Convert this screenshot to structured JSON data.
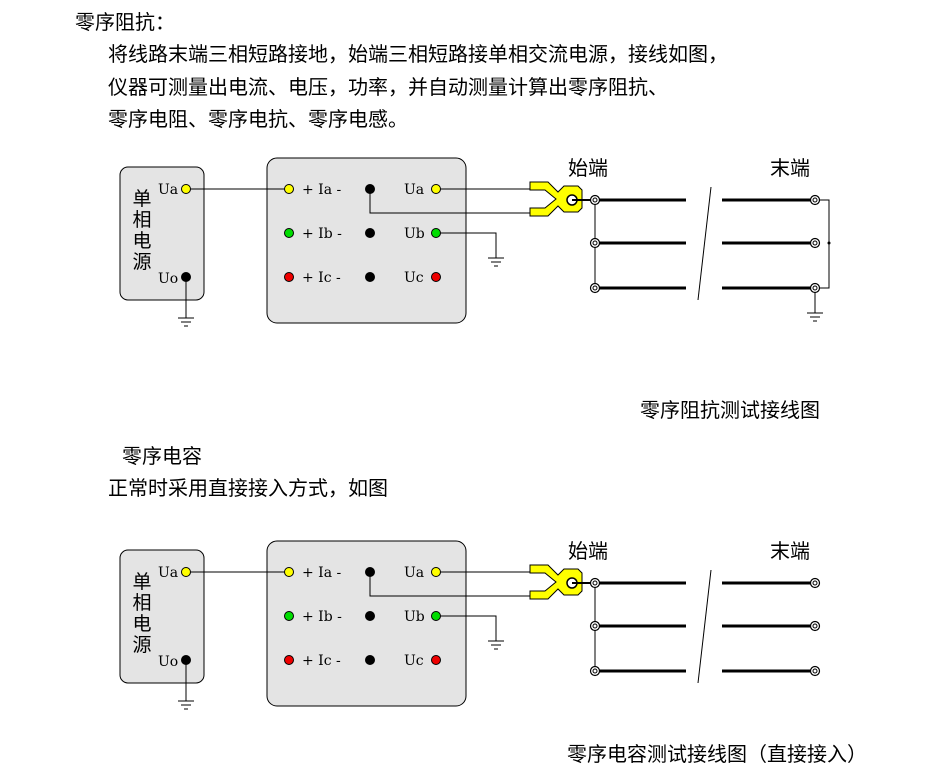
{
  "section1": {
    "heading": "零序阻抗：",
    "paragraph_lines": [
      "将线路末端三相短路接地，始端三相短路接单相交流电源，接线如图，",
      "仪器可测量出电流、电压，功率，并自动测量计算出零序阻抗、",
      "零序电阻、零序电抗、零序电感。"
    ],
    "caption": "零序阻抗测试接线图"
  },
  "section2": {
    "heading": "零序电容",
    "paragraph": "正常时采用直接接入方式，如图",
    "caption": "零序电容测试接线图（直接接入）"
  },
  "diagram": {
    "source_box": {
      "title_chars": [
        "单",
        "相",
        "电",
        "源"
      ],
      "terminal_ua": "Ua",
      "terminal_uo": "Uo"
    },
    "instrument": {
      "rows": [
        {
          "plus": "+",
          "name": "Ia",
          "minus": "-",
          "volt": "Ua",
          "color": "#ffff00"
        },
        {
          "plus": "+",
          "name": "Ib",
          "minus": "-",
          "volt": "Ub",
          "color": "#00dd00"
        },
        {
          "plus": "+",
          "name": "Ic",
          "minus": "-",
          "volt": "Uc",
          "color": "#ee0000"
        }
      ]
    },
    "line_start_label": "始端",
    "line_end_label": "末端",
    "colors": {
      "box_fill": "#e4e4e4",
      "clamp": "#ffff00",
      "black": "#000000"
    }
  },
  "diagrams": [
    {
      "id": "zero-seq-impedance",
      "end_shorted_grounded": true
    },
    {
      "id": "zero-seq-capacitance",
      "end_shorted_grounded": false
    }
  ]
}
